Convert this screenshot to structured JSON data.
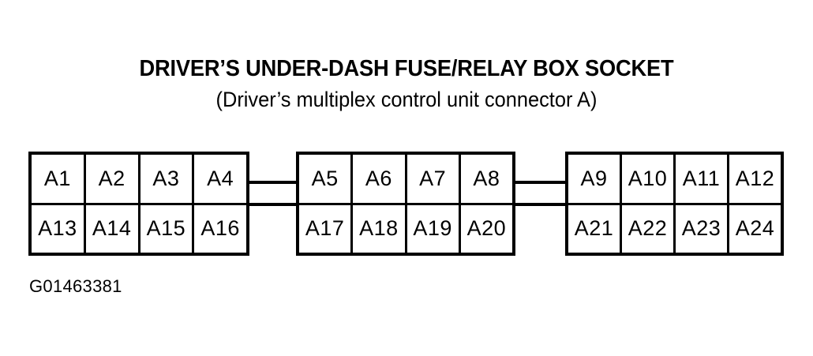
{
  "title": "DRIVER’S UNDER-DASH FUSE/RELAY BOX SOCKET",
  "subtitle": "(Driver’s multiplex control unit connector A)",
  "caption": "G01463381",
  "colors": {
    "line": "#000000",
    "background": "#ffffff",
    "text": "#000000"
  },
  "blocks": [
    {
      "name": "connector-block-1",
      "top_row": [
        "A1",
        "A2",
        "A3",
        "A4"
      ],
      "bottom_row": [
        "A13",
        "A14",
        "A15",
        "A16"
      ]
    },
    {
      "name": "connector-block-2",
      "top_row": [
        "A5",
        "A6",
        "A7",
        "A8"
      ],
      "bottom_row": [
        "A17",
        "A18",
        "A19",
        "A20"
      ]
    },
    {
      "name": "connector-block-3",
      "top_row": [
        "A9",
        "A10",
        "A11",
        "A12"
      ],
      "bottom_row": [
        "A21",
        "A22",
        "A23",
        "A24"
      ]
    }
  ]
}
